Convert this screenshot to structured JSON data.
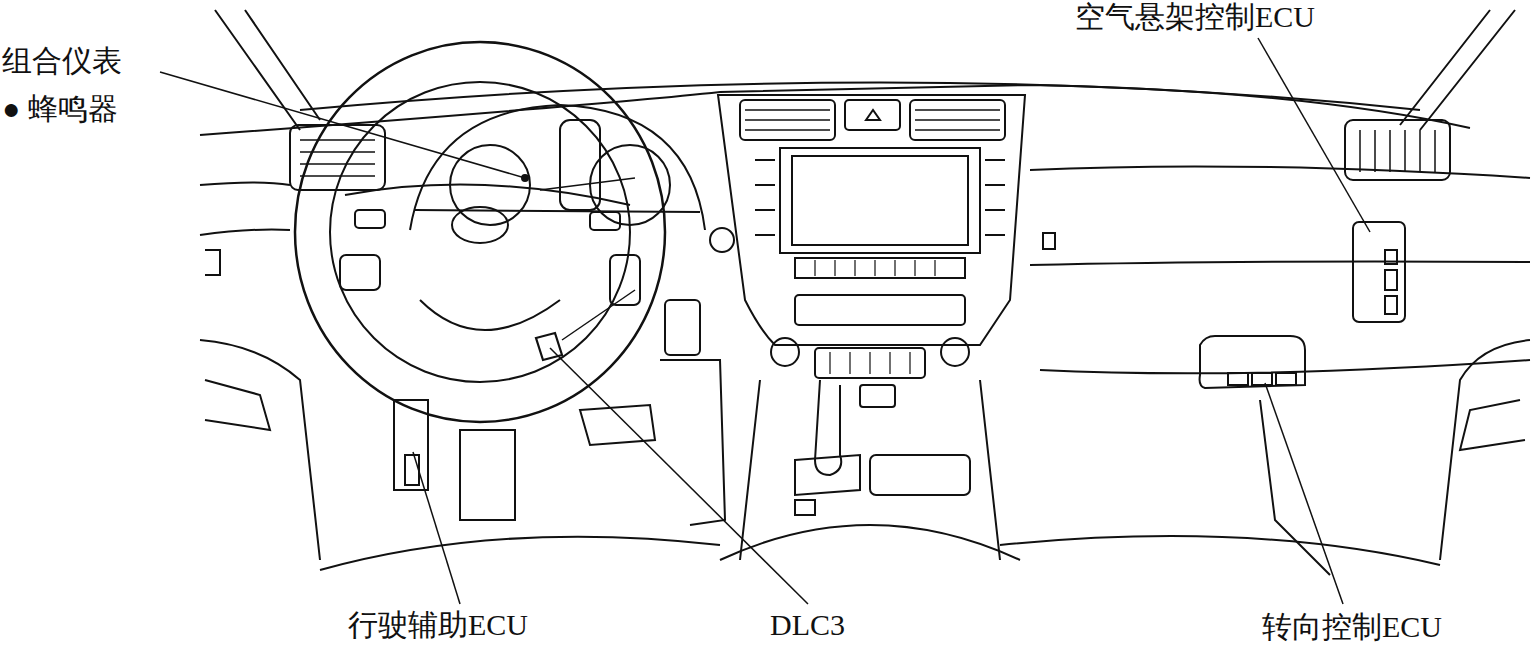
{
  "diagram": {
    "labels": [
      "组合仪表",
      "● 蜂鸣器",
      "空气悬架控制ECU",
      "行驶辅助ECU",
      "DLC3",
      "转向控制ECU"
    ]
  }
}
